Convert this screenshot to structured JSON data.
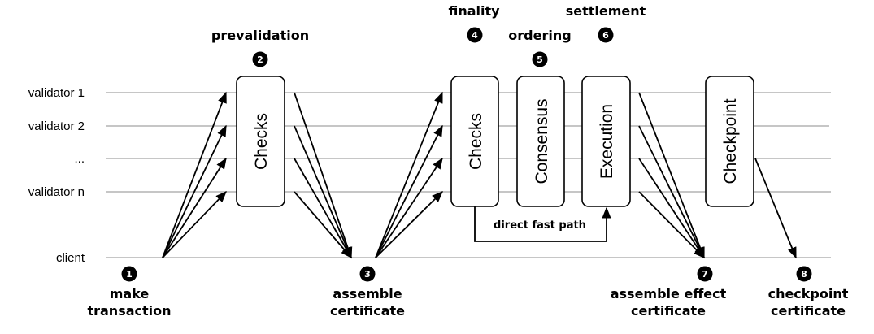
{
  "rows": [
    {
      "id": "validator-1",
      "label": "validator 1"
    },
    {
      "id": "validator-2",
      "label": "validator 2"
    },
    {
      "id": "validator-ellipsis",
      "label": "..."
    },
    {
      "id": "validator-n",
      "label": "validator n"
    },
    {
      "id": "client",
      "label": "client"
    }
  ],
  "boxes": [
    {
      "id": "checks-prevalidation",
      "label": "Checks"
    },
    {
      "id": "checks",
      "label": "Checks"
    },
    {
      "id": "consensus",
      "label": "Consensus"
    },
    {
      "id": "execution",
      "label": "Execution"
    },
    {
      "id": "checkpoint",
      "label": "Checkpoint"
    }
  ],
  "steps": [
    {
      "num": "1",
      "lines": [
        "make",
        "transaction"
      ]
    },
    {
      "num": "2",
      "lines": [
        "prevalidation"
      ]
    },
    {
      "num": "3",
      "lines": [
        "assemble",
        "certificate"
      ]
    },
    {
      "num": "4",
      "lines": [
        "finality"
      ]
    },
    {
      "num": "5",
      "lines": [
        "ordering"
      ]
    },
    {
      "num": "6",
      "lines": [
        "settlement"
      ]
    },
    {
      "num": "7",
      "lines": [
        "assemble effect",
        "certificate"
      ]
    },
    {
      "num": "8",
      "lines": [
        "checkpoint",
        "certificate"
      ]
    }
  ],
  "fast_path": {
    "label": "direct fast path"
  }
}
